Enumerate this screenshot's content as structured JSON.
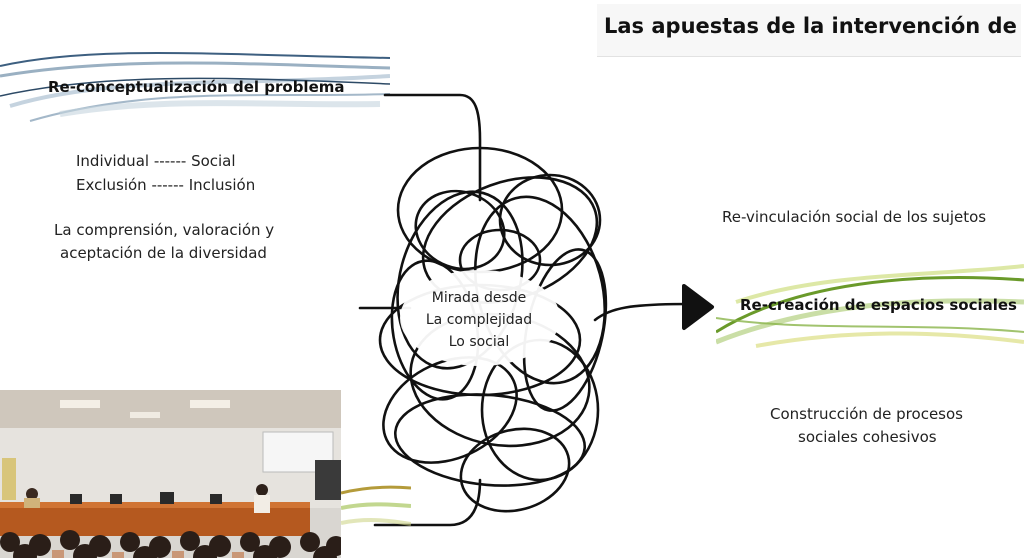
{
  "slide": {
    "title": "Las apuestas de la intervención de TS",
    "left_header": "Re-conceptualización del problema",
    "left_lines": [
      "Individual ------ Social",
      "Exclusión ------  Inclusión"
    ],
    "left_paragraph": [
      "La comprensión, valoración y",
      "aceptación  de la diversidad"
    ],
    "center_lines": [
      "Mirada desde",
      "La complejidad",
      "Lo social"
    ],
    "right_top": "Re-vinculación social de los sujetos",
    "right_header": "Re-creación de espacios sociales",
    "right_bottom": [
      "Construcción de procesos",
      "sociales cohesivos"
    ]
  },
  "colors": {
    "left_swoosh": "#4a6a8a",
    "right_swoosh": "#7fae3a",
    "tangle": "#111111"
  },
  "icons": [
    "tangle-icon",
    "arrow-head-icon",
    "webcam-feed"
  ]
}
